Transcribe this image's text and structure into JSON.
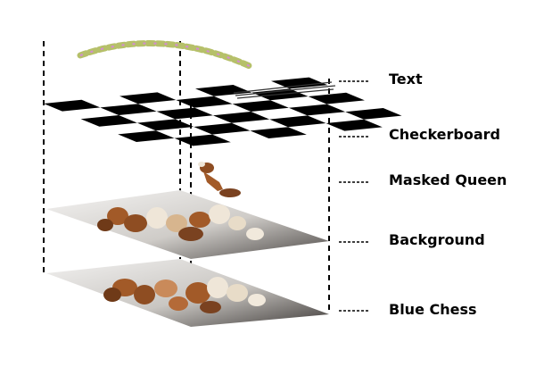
{
  "layers": [
    {
      "label": "Text"
    },
    {
      "label": "Checkerboard"
    },
    {
      "label": "Masked Queen"
    },
    {
      "label": "Background"
    },
    {
      "label": "Blue Chess"
    }
  ],
  "colors": {
    "line": "#000000",
    "checker": "#000000",
    "arc_text": "#9aa46a",
    "piece_light": "#efe6d8",
    "piece_dark": "#a25a28",
    "board_light": "#e8e6e0",
    "board_dark": "#3a3837"
  }
}
